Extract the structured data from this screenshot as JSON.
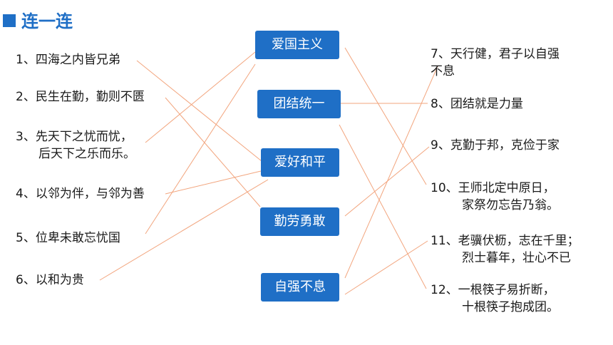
{
  "title": "连一连",
  "colors": {
    "accent": "#1f6fc6",
    "connector": "#f2a57e"
  },
  "left_items": [
    {
      "text": "1、四海之内皆兄弟"
    },
    {
      "text": "2、民生在勤，勤则不匮"
    },
    {
      "text": "3、先天下之忧而忧，",
      "text2": "后天下之乐而乐。"
    },
    {
      "text": "4、以邻为伴，与邻为善"
    },
    {
      "text": "5、位卑未敢忘忧国"
    },
    {
      "text": "6、以和为贵"
    }
  ],
  "center_boxes": [
    {
      "label": "爱国主义"
    },
    {
      "label": "团结统一"
    },
    {
      "label": "爱好和平"
    },
    {
      "label": "勤劳勇敢"
    },
    {
      "label": "自强不息"
    }
  ],
  "right_items": [
    {
      "text": "7、天行健，君子以自强",
      "text2": "不息"
    },
    {
      "text": "8、团结就是力量"
    },
    {
      "text": "9、克勤于邦，克俭于家"
    },
    {
      "text": "10、王师北定中原日，",
      "text2": "家祭勿忘告乃翁。"
    },
    {
      "text": "11、老骥伏枥，志在千里；",
      "text2": "烈士暮年，壮心不已"
    },
    {
      "text": "12、一根筷子易折断，",
      "text2": "十根筷子抱成团。"
    }
  ]
}
